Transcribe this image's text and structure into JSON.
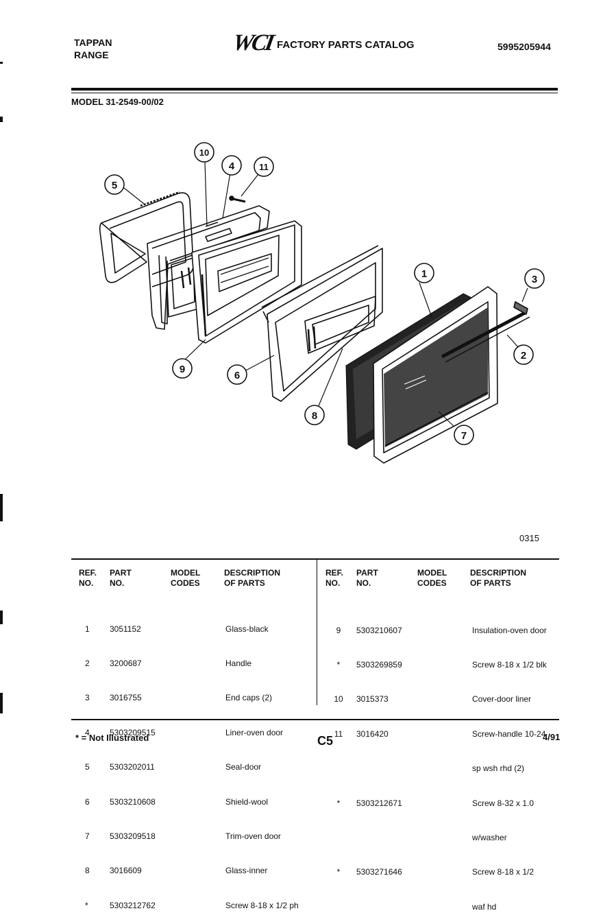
{
  "header": {
    "brand_line1": "TAPPAN",
    "brand_line2": "RANGE",
    "logo": "WCI",
    "catalog_title": "FACTORY PARTS CATALOG",
    "catalog_number": "5995205944",
    "model": "MODEL 31-2549-00/02"
  },
  "diagram": {
    "callouts": [
      "1",
      "2",
      "3",
      "4",
      "5",
      "6",
      "7",
      "8",
      "9",
      "10",
      "11"
    ],
    "figure_code": "0315"
  },
  "table": {
    "headers": {
      "ref_1": "REF.",
      "ref_2": "NO.",
      "part_1": "PART",
      "part_2": "NO.",
      "model_1": "MODEL",
      "model_2": "CODES",
      "desc_1": "DESCRIPTION",
      "desc_2": "OF PARTS"
    },
    "left": [
      {
        "ref": "1",
        "part": "3051152",
        "desc": "Glass-black"
      },
      {
        "ref": "2",
        "part": "3200687",
        "desc": "Handle"
      },
      {
        "ref": "3",
        "part": "3016755",
        "desc": "End caps (2)"
      },
      {
        "ref": "4",
        "part": "5303209515",
        "desc": "Liner-oven door"
      },
      {
        "ref": "5",
        "part": "5303202011",
        "desc": "Seal-door"
      },
      {
        "ref": "6",
        "part": "5303210608",
        "desc": "Shield-wool"
      },
      {
        "ref": "7",
        "part": "5303209518",
        "desc": "Trim-oven door"
      },
      {
        "ref": "8",
        "part": "3016609",
        "desc": "Glass-inner"
      },
      {
        "ref": "*",
        "part": "5303212762",
        "desc": "Screw 8-18 x 1/2 ph"
      }
    ],
    "right": [
      {
        "ref": "9",
        "part": "5303210607",
        "desc": "Insulation-oven door"
      },
      {
        "ref": "*",
        "part": "5303269859",
        "desc": "Screw 8-18 x 1/2 blk"
      },
      {
        "ref": "10",
        "part": "3015373",
        "desc": "Cover-door liner"
      },
      {
        "ref": "11",
        "part": "3016420",
        "desc": "Screw-handle 10-24"
      },
      {
        "ref": "",
        "part": "",
        "desc": "sp wsh rhd (2)"
      },
      {
        "ref": "*",
        "part": "5303212671",
        "desc": "Screw 8-32 x 1.0"
      },
      {
        "ref": "",
        "part": "",
        "desc": "w/washer"
      },
      {
        "ref": "*",
        "part": "5303271646",
        "desc": "Screw 8-18 x 1/2"
      },
      {
        "ref": "",
        "part": "",
        "desc": "waf hd"
      }
    ]
  },
  "footer": {
    "note": "* = Not Illustrated",
    "page_code": "C5",
    "date": "4/91"
  }
}
